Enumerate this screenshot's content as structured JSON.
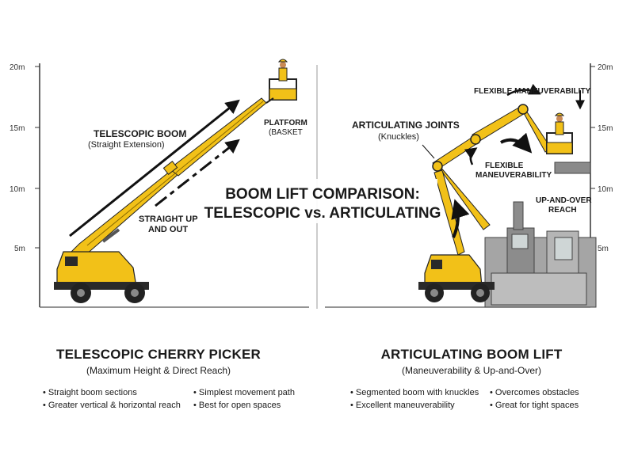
{
  "title": {
    "line1": "BOOM LIFT COMPARISON:",
    "line2": "TELESCOPIC vs. ARTICULATING"
  },
  "axis": {
    "ticks": [
      "20m",
      "15m",
      "10m",
      "5m"
    ]
  },
  "left": {
    "boom_label": "TELESCOPIC BOOM",
    "boom_sub": "(Straight Extension)",
    "platform_label": "PLATFORM",
    "platform_sub": "(BASKET",
    "motion_line1": "STRAIGHT UP",
    "motion_line2": "AND OUT",
    "heading": "TELESCOPIC CHERRY PICKER",
    "subheading": "(Maximum Height & Direct Reach)",
    "bullets_col1": [
      "Straight boom sections",
      "Greater vertical & horizontal reach"
    ],
    "bullets_col2": [
      "Simplest movement path",
      "Best for open spaces"
    ]
  },
  "right": {
    "joints_label": "ARTICULATING JOINTS",
    "joints_sub": "(Knuckles)",
    "flex_top": "FLEXIBLE MANEUVERABILITY",
    "flex_mid_line1": "FLEXIBLE",
    "flex_mid_line2": "MANEUVERABILITY",
    "over_line1": "UP-AND-OVER",
    "over_line2": "REACH",
    "heading": "ARTICULATING BOOM LIFT",
    "subheading": "(Maneuverability & Up-and-Over)",
    "bullets_col1": [
      "Segmented boom with knuckles",
      "Excellent maneuverability"
    ],
    "bullets_col2": [
      "Overcomes obstacles",
      "Great for tight spaces"
    ]
  },
  "colors": {
    "machine_yellow": "#F2C118",
    "machine_dark": "#2a2a2a",
    "machinery_gray": "#9a9a9a"
  }
}
